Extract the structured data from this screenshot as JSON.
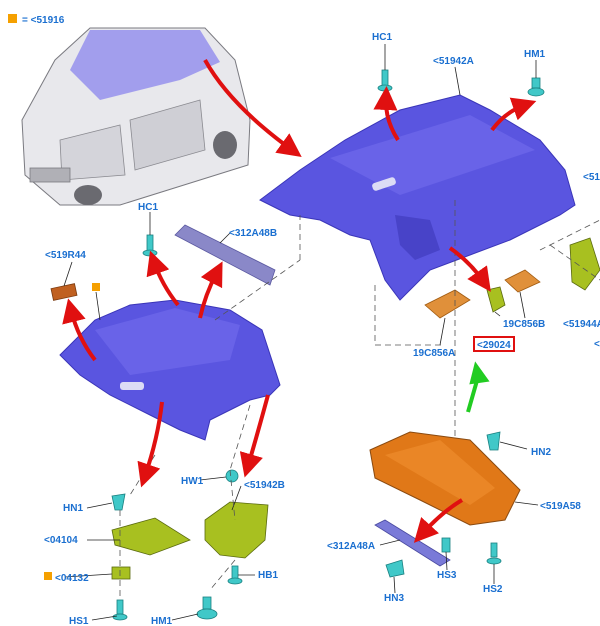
{
  "legend": {
    "marker_color": "#f5a000",
    "text": "= <51916"
  },
  "colors": {
    "headliner": "#5a55e0",
    "headliner_dark": "#3a35b8",
    "label": "#1a6fd0",
    "arrow_red": "#e01010",
    "arrow_green": "#22cc22",
    "part_orange": "#e07818",
    "part_olive": "#a8c020",
    "fastener": "#40c8c8",
    "brown": "#c06020"
  },
  "labels": {
    "hc1_top": "HC1",
    "p51942a": "<51942A",
    "hm1_top": "HM1",
    "p51_right": "<51",
    "hc1_left": "HC1",
    "p312a48b": "<312A48B",
    "p519r44": "<519R44",
    "p19c856b": "19C856B",
    "p51944a": "<51944A",
    "p19c856a": "19C856A",
    "p29024": "<29024",
    "p_edge": "<",
    "hw1": "HW1",
    "p51942b": "<51942B",
    "hn1": "HN1",
    "p04104": "<04104",
    "p04132": "<04132",
    "hs1": "HS1",
    "hm1_bottom": "HM1",
    "hb1": "HB1",
    "hn2": "HN2",
    "p519a58": "<519A58",
    "p312a48a": "<312A48A",
    "hs3": "HS3",
    "hn3": "HN3",
    "hs2": "HS2"
  }
}
